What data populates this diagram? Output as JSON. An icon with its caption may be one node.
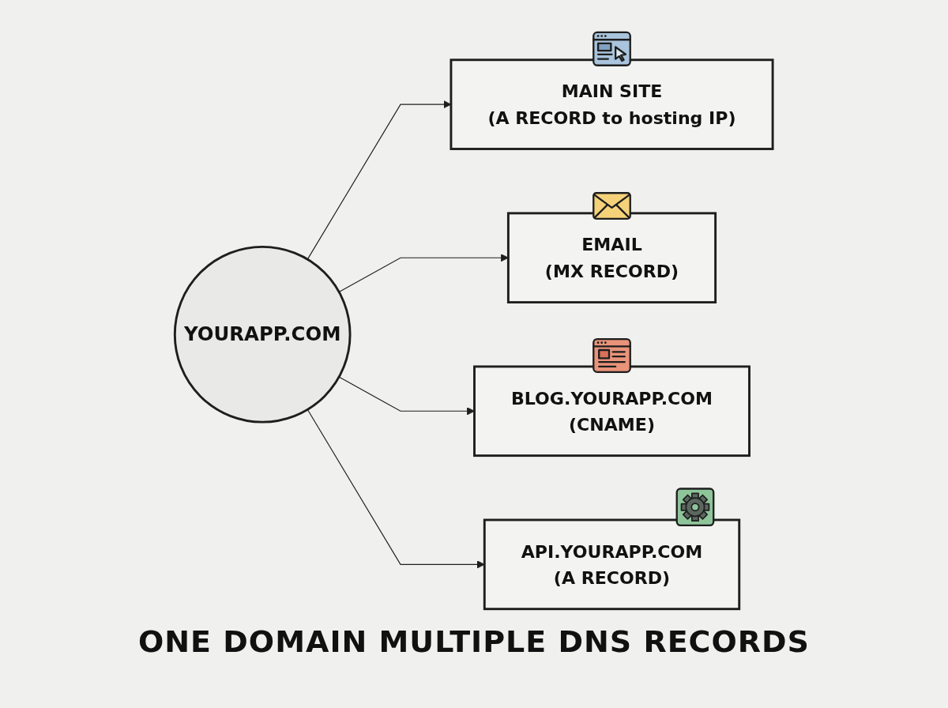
{
  "diagram": {
    "title": "ONE DOMAIN MULTIPLE DNS RECORDS",
    "nodes": [
      {
        "text": [
          "MAIN SITE",
          "(A RECORD to hosting IP)"
        ]
      },
      {
        "text": [
          "EMAIL",
          "(MX RECORD)"
        ]
      },
      {
        "text": [
          "YOURAPP.COM"
        ]
      },
      {
        "text": [
          "BLOG.YOURAPP.COM",
          "(CNAME)"
        ]
      },
      {
        "text": [
          "API.YOURAPP.COM",
          "(A RECORD)"
        ]
      }
    ],
    "edges": [
      {
        "from": 2,
        "to": 0,
        "arrow": "to"
      },
      {
        "from": 2,
        "to": 1,
        "arrow": "to"
      },
      {
        "from": 2,
        "to": 3,
        "arrow": "to"
      },
      {
        "from": 2,
        "to": 4,
        "arrow": "to"
      }
    ]
  }
}
